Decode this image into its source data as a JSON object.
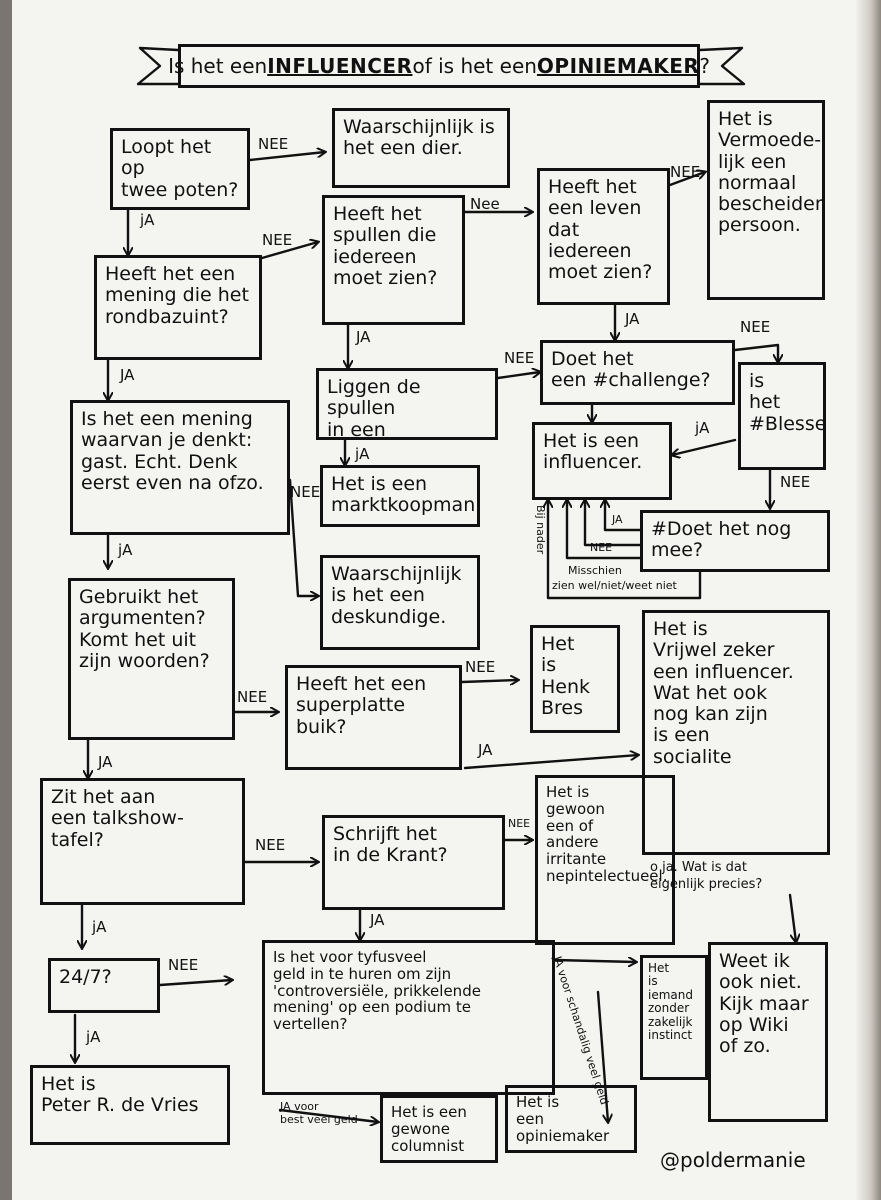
{
  "title": {
    "pre": "Is het een ",
    "word1": "INFLUENCER",
    "mid": " of is het een ",
    "word2": "OPINIEMAKER",
    "post": "?"
  },
  "nodes": {
    "q_twee_poten": "Loopt het op\ntwee poten?",
    "a_dier": "Waarschijnlijk is\nhet een dier.",
    "q_mening": "Heeft het een\nmening die het\nrondbazuint?",
    "q_spullen": "Heeft het\nspullen die\niedereen\nmoet zien?",
    "q_leven": "Heeft het\neen leven\ndat iedereen\nmoet zien?",
    "a_bescheiden": "Het is\nVermoede-\nlijk een\nnormaal\nbescheiden\npersoon.",
    "q_kraampje": "Liggen de spullen\nin een kraampje?",
    "q_challenge": "Doet het\neen #challenge?",
    "q_blessed": "is\nhet\n#Blessed?",
    "q_gast": "Is het een mening\nwaarvan je denkt:\ngast. Echt. Denk\neerst even na ofzo.",
    "a_marktkoopman": "Het is een\nmarktkoopman.",
    "a_influencer": "Het is een\ninfluencer.",
    "q_doet_mee": "#Doet het nog\nmee?",
    "a_deskundige": "Waarschijnlijk\nis het een\ndeskundige.",
    "q_argumenten": "Gebruikt het\nargumenten?\nKomt het uit\nzijn woorden?",
    "q_buik": "Heeft het een\nsuperplatte\nbuik?",
    "a_henk": "Het\nis\nHenk\nBres",
    "a_zeker_influencer": "Het is\nVrijwel zeker\neen influencer.\nWat het ook\nnog kan zijn\nis een\nsocialite",
    "q_talkshow": "Zit het aan\neen talkshow-\ntafel?",
    "q_krant": "Schrijft het\nin de Krant?",
    "a_nepintellectueel": "Het is\ngewoon\neen of\nandere\nirritante\nnepintelectueel.",
    "q_247": "24/7?",
    "q_tyfusveel": "Is het voor tyfusveel\ngeld in te huren om zijn\n'controversiële, prikkelende\nmening' op een podium te\nvertellen?",
    "a_zakelijk": "Het\nis\niemand\nzonder\nzakelijk\ninstinct",
    "a_wiki": "Weet ik\nook niet.\nKijk maar\nop Wiki\nof zo.",
    "a_peter": "Het is\nPeter R. de Vries",
    "a_columnist": "Het is een\ngewone\ncolumnist",
    "a_opiniemaker": "Het is\neen\nopiniemaker"
  },
  "labels": {
    "nee": "NEE",
    "nee_lower": "Nee",
    "ja": "jA",
    "ja_upper": "JA",
    "misschien": "Misschien",
    "bij_nader": "Bij nader",
    "zien": "zien wel/niet/weet niet",
    "oja": "o ja. Wat is dat\neigenlijk precies?",
    "ja_voor_best": "JA voor\nbest veel geld",
    "ja_voor_schandalig": "JA voor\nschandalig veel geld"
  },
  "handle": "@poldermanie",
  "colors": {
    "ink": "#111111",
    "paper": "#f4f4f1",
    "background": "#7a7570"
  }
}
